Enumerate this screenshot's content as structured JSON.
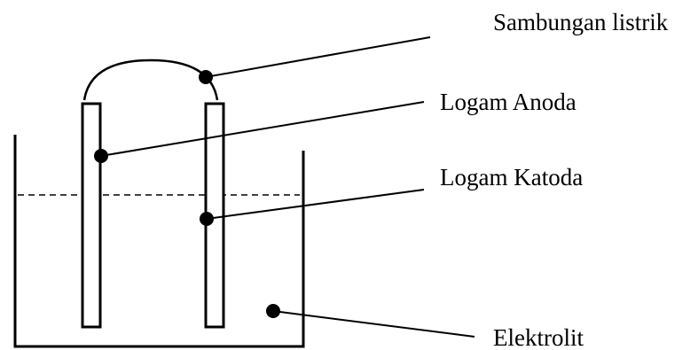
{
  "labels": {
    "connection": "Sambungan listrik",
    "anode": "Logam Anoda",
    "cathode": "Logam Katoda",
    "electrolyte": "Elektrolit"
  },
  "colors": {
    "line": "#000000",
    "background": "#ffffff"
  }
}
